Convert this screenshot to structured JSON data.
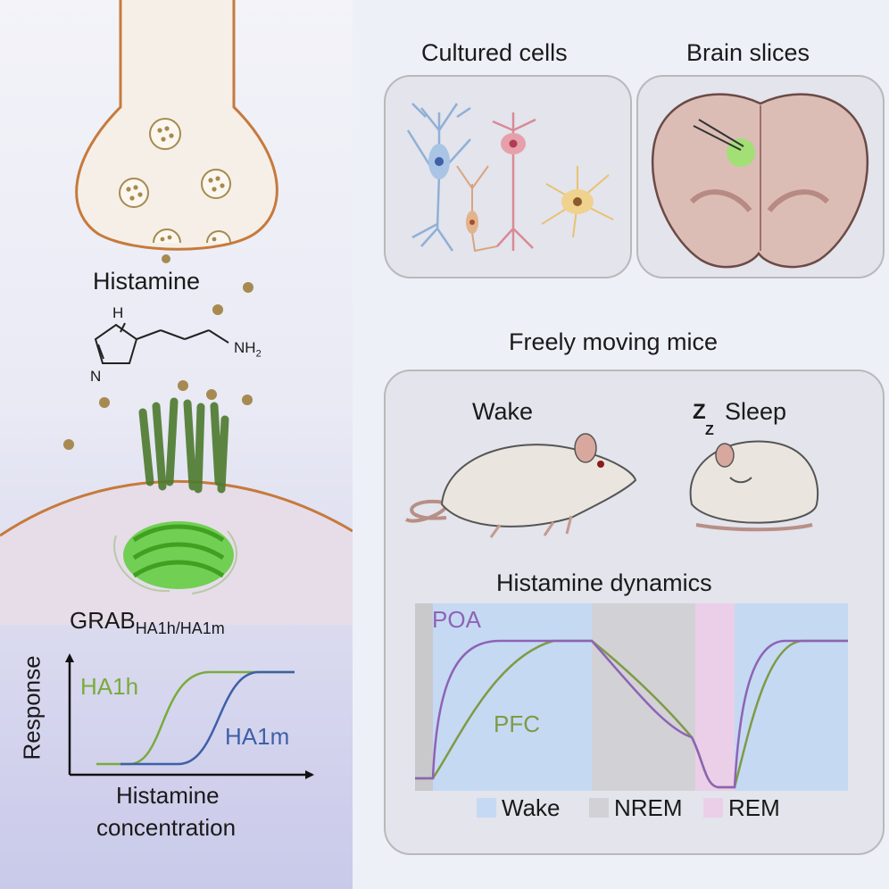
{
  "left": {
    "histamine_label": "Histamine",
    "molecule": {
      "h_atom": "H",
      "n_atom": "N",
      "nh2": "NH",
      "nh2_sub": "2"
    },
    "sensor_label": "GRAB",
    "sensor_sub": "HA1h/HA1m",
    "response_chart": {
      "ylabel": "Response",
      "xlabel_line1": "Histamine",
      "xlabel_line2": "concentration",
      "series_ha1h": "HA1h",
      "series_ha1m": "HA1m",
      "colors": {
        "ha1h": "#7aab3c",
        "ha1m": "#3f5fa8"
      }
    }
  },
  "cultured": {
    "title": "Cultured cells"
  },
  "brain": {
    "title": "Brain slices"
  },
  "mice": {
    "title": "Freely moving mice",
    "wake": "Wake",
    "sleep": "Sleep",
    "sleep_z": "Z"
  },
  "chart_data": {
    "type": "line",
    "title": "Histamine dynamics",
    "series": [
      {
        "name": "POA",
        "color": "#8e63b5"
      },
      {
        "name": "PFC",
        "color": "#7f9a45"
      }
    ],
    "states": [
      {
        "name": "Wake",
        "color": "#c5d9f3"
      },
      {
        "name": "NREM",
        "color": "#d1d1d6"
      },
      {
        "name": "REM",
        "color": "#ebcfe8"
      }
    ]
  },
  "colors": {
    "neuron_outline": "#c67a3c",
    "vesicle": "#a68a50",
    "protein": "#4d7a2e",
    "gfp": "#5ccd3a",
    "panel_border": "#b9b9b9"
  }
}
